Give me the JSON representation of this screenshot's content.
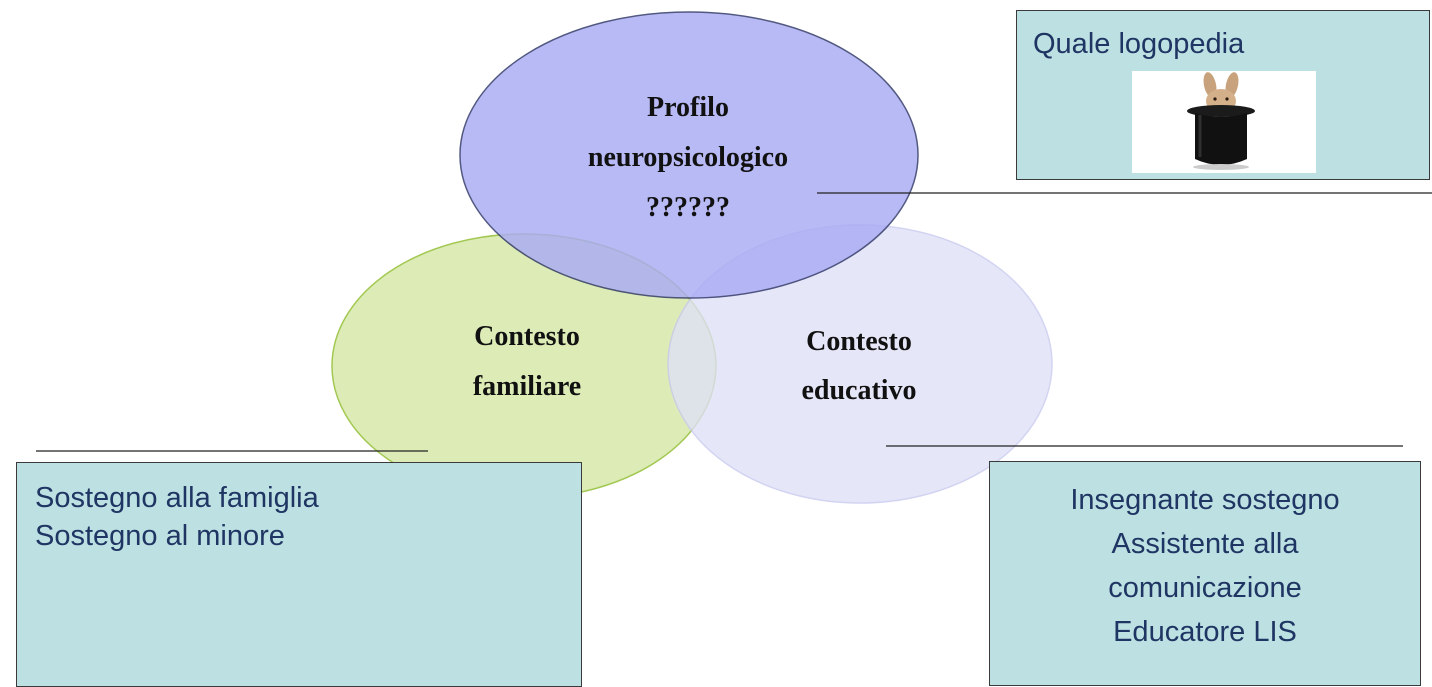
{
  "circles": {
    "top": {
      "lines": [
        "Profilo",
        "neuropsicologico",
        "??????"
      ],
      "fill": "#a9abf3",
      "stroke": "#2d3566"
    },
    "left": {
      "lines": [
        "Contesto",
        "familiare"
      ],
      "fill": "#dcebb4",
      "stroke": "#9ec64a"
    },
    "right": {
      "lines": [
        "Contesto",
        "educativo"
      ],
      "fill": "#dfe0f8",
      "stroke": "#c7c9ee"
    }
  },
  "boxes": {
    "top_right": {
      "lines": [
        "Quale logopedia"
      ],
      "picture": "rabbit-in-top-hat"
    },
    "bottom_left": {
      "lines": [
        "Sostegno alla famiglia",
        "Sostegno al minore"
      ]
    },
    "bottom_right": {
      "lines": [
        "Insegnante sostegno",
        "Assistente alla",
        "comunicazione",
        "Educatore LIS"
      ]
    }
  },
  "colors": {
    "box_fill": "#bde1e2",
    "box_text": "#1f3563",
    "connector": "#222222"
  }
}
